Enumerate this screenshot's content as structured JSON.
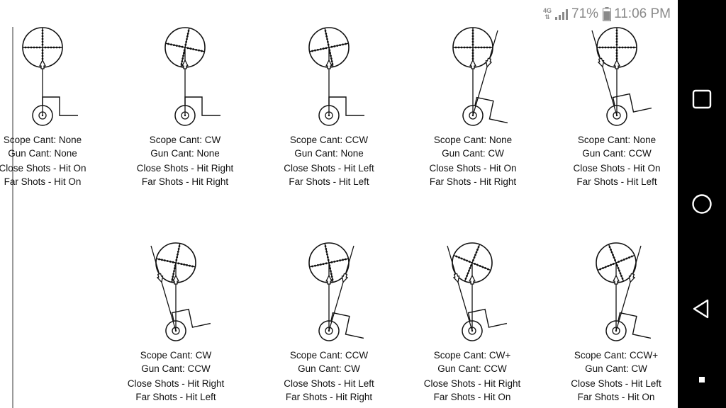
{
  "status_bar": {
    "network": "4G",
    "signal_icon": "signal-bars-icon",
    "battery_percent": "71%",
    "battery_icon": "battery-icon",
    "time": "11:06 PM"
  },
  "nav_bar": {
    "recent_icon": "square-icon",
    "home_icon": "circle-icon",
    "back_icon": "triangle-back-icon",
    "extra_icon": "small-square-icon"
  },
  "diagrams": [
    {
      "scope": "Scope Cant: None",
      "gun": "Gun Cant: None",
      "close": "Close Shots - Hit On",
      "far": "Far Shots - Hit On"
    },
    {
      "scope": "Scope Cant: CW",
      "gun": "Gun Cant: None",
      "close": "Close Shots - Hit Right",
      "far": "Far Shots - Hit Right"
    },
    {
      "scope": "Scope Cant: CCW",
      "gun": "Gun Cant: None",
      "close": "Close Shots - Hit Left",
      "far": "Far Shots - Hit Left"
    },
    {
      "scope": "Scope Cant: None",
      "gun": "Gun Cant: CW",
      "close": "Close Shots - Hit On",
      "far": "Far Shots - Hit Right"
    },
    {
      "scope": "Scope Cant: None",
      "gun": "Gun Cant: CCW",
      "close": "Close Shots - Hit On",
      "far": "Far Shots - Hit Left"
    },
    {
      "scope": "Scope Cant: CW",
      "gun": "Gun Cant: CCW",
      "close": "Close Shots - Hit Right",
      "far": "Far Shots - Hit Left"
    },
    {
      "scope": "Scope Cant: CCW",
      "gun": "Gun Cant: CW",
      "close": "Close Shots - Hit Left",
      "far": "Far Shots - Hit Right"
    },
    {
      "scope": "Scope Cant: CW+",
      "gun": "Gun Cant: CCW",
      "close": "Close Shots - Hit Right",
      "far": "Far Shots - Hit On"
    },
    {
      "scope": "Scope Cant: CCW+",
      "gun": "Gun Cant: CW",
      "close": "Close Shots - Hit Left",
      "far": "Far Shots - Hit On"
    }
  ]
}
